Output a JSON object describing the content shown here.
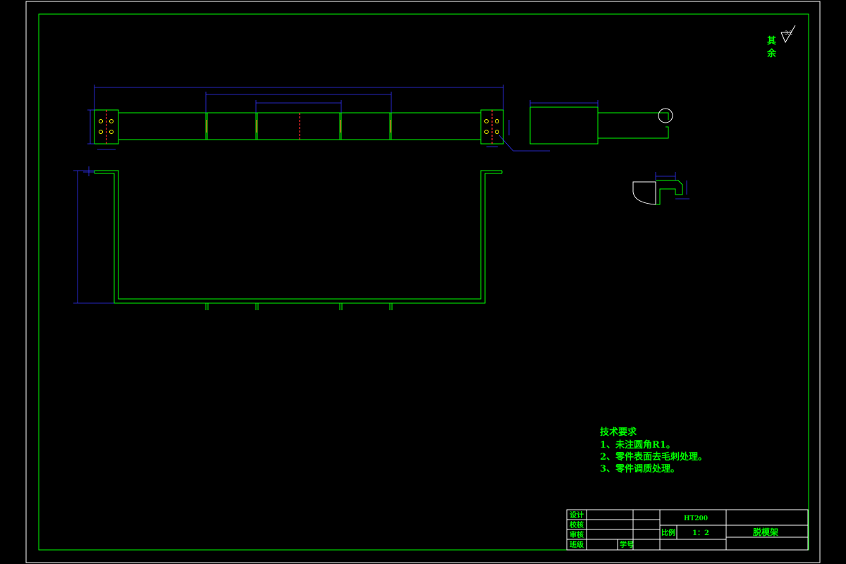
{
  "surface_finish": {
    "label_line1": "其",
    "label_line2": "余"
  },
  "tech_requirements": {
    "title": "技术要求",
    "items": [
      "1、未注圆角R1。",
      "2、零件表面去毛刺处理。",
      "3、零件调质处理。"
    ]
  },
  "title_block": {
    "row_labels": [
      "设计",
      "校核",
      "审核",
      "班级"
    ],
    "student_no_label": "学号",
    "material": "HT200",
    "scale_label": "比例",
    "scale_value": "1：2",
    "part_name": "脱模架"
  },
  "colors": {
    "border": "#00ff00",
    "drawing": "#00ff00",
    "dimension": "#3333ff",
    "hole": "#ffff00",
    "cut": "#ff2a2a",
    "frame": "#ffffff",
    "text": "#00ff00",
    "rough_symbol": "#ffffff"
  }
}
